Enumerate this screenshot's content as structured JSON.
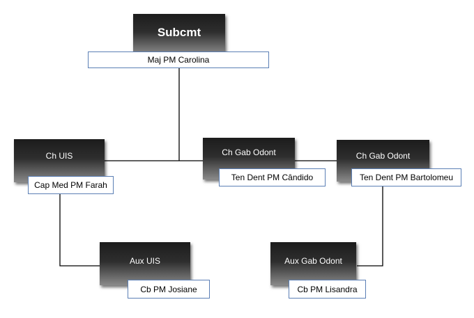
{
  "colors": {
    "connector": "#000000",
    "label_border": "#5b7fb5",
    "box_dark": "#1c1c1c",
    "box_light": "#8a8a8a"
  },
  "nodes": {
    "subcmt": {
      "title": "Subcmt",
      "name": "Maj PM Carolina"
    },
    "ch_uis": {
      "title": "Ch UIS",
      "name": "Cap Med PM Farah"
    },
    "ch_gab_odont_1": {
      "title": "Ch Gab Odont",
      "name": "Ten Dent PM Cândido"
    },
    "ch_gab_odont_2": {
      "title": "Ch Gab Odont",
      "name": "Ten Dent PM Bartolomeu"
    },
    "aux_uis": {
      "title": "Aux UIS",
      "name": "Cb PM Josiane"
    },
    "aux_gab_odont": {
      "title": "Aux Gab Odont",
      "name": "Cb PM Lisandra"
    }
  }
}
